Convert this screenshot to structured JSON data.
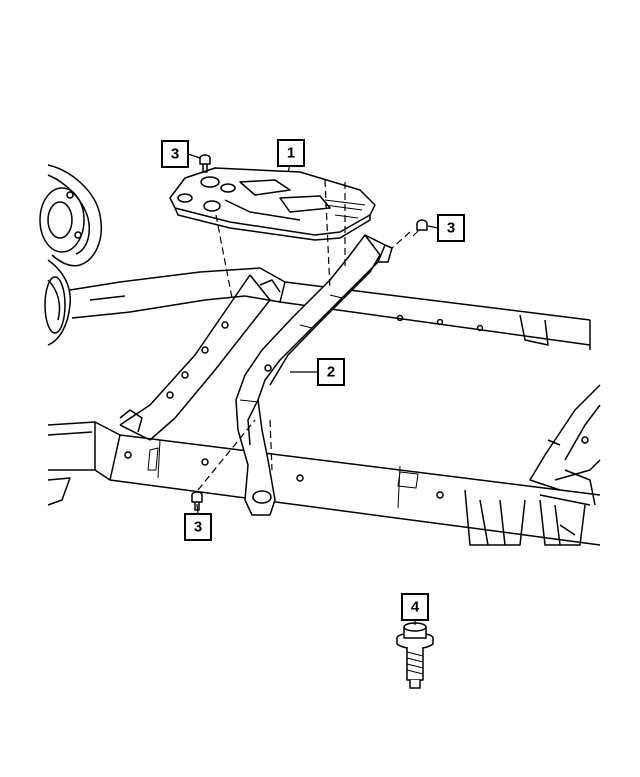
{
  "diagram": {
    "callouts": [
      {
        "id": "callout-1",
        "label": "1"
      },
      {
        "id": "callout-2",
        "label": "2"
      },
      {
        "id": "callout-3a",
        "label": "3"
      },
      {
        "id": "callout-3b",
        "label": "3"
      },
      {
        "id": "callout-3c",
        "label": "3"
      },
      {
        "id": "callout-4",
        "label": "4"
      }
    ]
  }
}
